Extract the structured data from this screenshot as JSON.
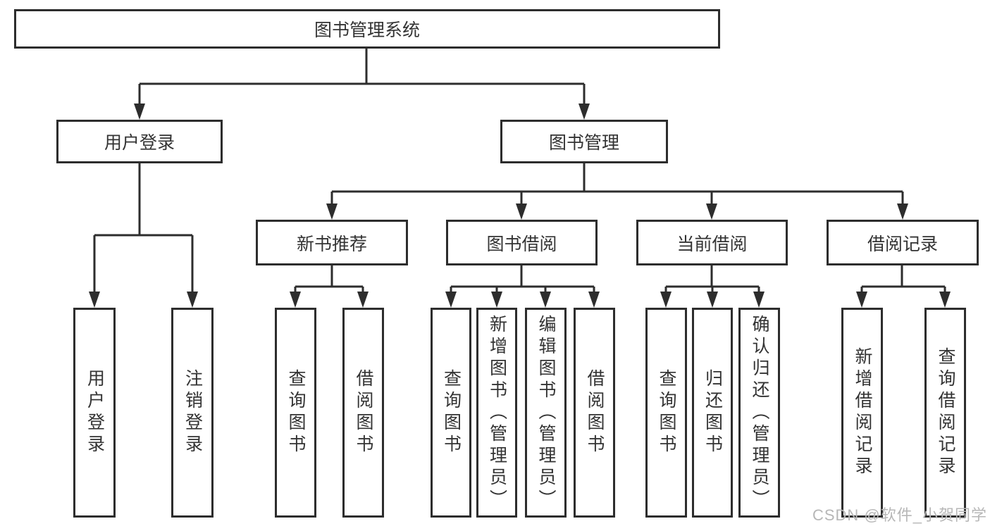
{
  "diagram": {
    "root": "图书管理系统",
    "branches": [
      {
        "label": "用户登录",
        "children": [
          "用户登录",
          "注销登录"
        ]
      },
      {
        "label": "图书管理",
        "sections": [
          {
            "label": "新书推荐",
            "children": [
              "查询图书",
              "借阅图书"
            ]
          },
          {
            "label": "图书借阅",
            "children": [
              "查询图书",
              "新增图书（管理员）",
              "编辑图书（管理员）",
              "借阅图书"
            ]
          },
          {
            "label": "当前借阅",
            "children": [
              "查询图书",
              "归还图书",
              "确认归还（管理员）"
            ]
          },
          {
            "label": "借阅记录",
            "children": [
              "新增借阅记录",
              "查询借阅记录"
            ]
          }
        ]
      }
    ]
  },
  "watermark": {
    "text": "CSDN @软件_小贺同学"
  },
  "colors": {
    "line": "#2d2d2d",
    "box_border": "#2d2d2d",
    "text": "#333333",
    "watermark": "#b7b7b7",
    "background": "#ffffff"
  }
}
